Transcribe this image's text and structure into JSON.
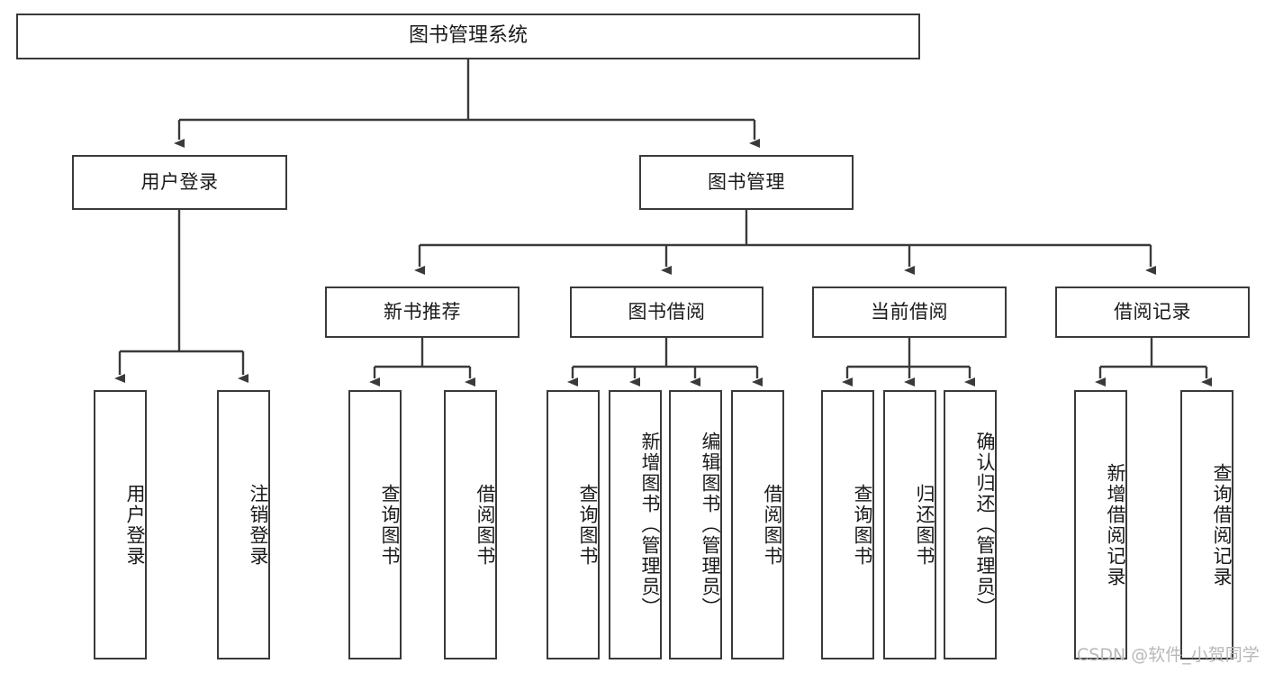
{
  "diagram": {
    "type": "tree-hierarchy",
    "title": "图书管理系统",
    "watermark": "CSDN @软件_小贺同学",
    "colors": {
      "stroke": "#3a3a3a",
      "fill": "#ffffff",
      "text": "#1a1a1a",
      "watermark": "#b8b8b8"
    },
    "nodes": {
      "root": {
        "label": "图书管理系统",
        "level": 1
      },
      "level2": [
        {
          "id": "user-login",
          "label": "用户登录"
        },
        {
          "id": "book-manage",
          "label": "图书管理"
        }
      ],
      "level3": [
        {
          "id": "new-book-rec",
          "label": "新书推荐"
        },
        {
          "id": "book-borrow",
          "label": "图书借阅"
        },
        {
          "id": "current-borrow",
          "label": "当前借阅"
        },
        {
          "id": "borrow-record",
          "label": "借阅记录"
        }
      ],
      "leaves": {
        "user_login": [
          {
            "id": "leaf-user-login",
            "label": "用户登录"
          },
          {
            "id": "leaf-logout",
            "label": "注销登录"
          }
        ],
        "new_book_rec": [
          {
            "id": "leaf-query-book-1",
            "label": "查询图书"
          },
          {
            "id": "leaf-borrow-book-1",
            "label": "借阅图书"
          }
        ],
        "book_borrow": [
          {
            "id": "leaf-query-book-2",
            "label": "查询图书"
          },
          {
            "id": "leaf-add-book",
            "label": "新增图书（管理员）"
          },
          {
            "id": "leaf-edit-book",
            "label": "编辑图书（管理员）"
          },
          {
            "id": "leaf-borrow-book-2",
            "label": "借阅图书"
          }
        ],
        "current_borrow": [
          {
            "id": "leaf-query-book-3",
            "label": "查询图书"
          },
          {
            "id": "leaf-return-book",
            "label": "归还图书"
          },
          {
            "id": "leaf-confirm-return",
            "label": "确认归还（管理员）"
          }
        ],
        "borrow_record": [
          {
            "id": "leaf-add-record",
            "label": "新增借阅记录"
          },
          {
            "id": "leaf-query-record",
            "label": "查询借阅记录"
          }
        ]
      }
    }
  }
}
